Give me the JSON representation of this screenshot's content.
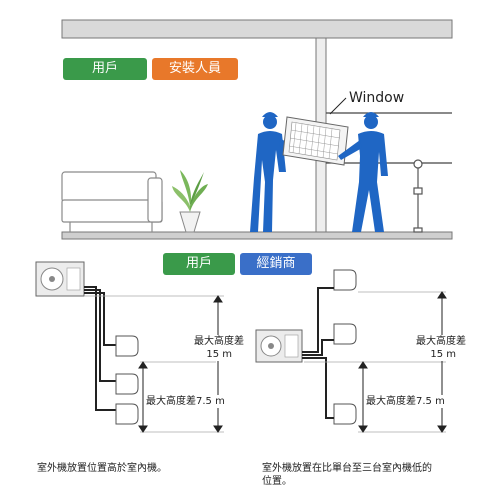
{
  "scene": {
    "badges": {
      "user": "用戶",
      "installer": "安裝人員"
    },
    "window_label": "Window"
  },
  "diagram": {
    "badges": {
      "user": "用戶",
      "dealer": "經銷商"
    },
    "left": {
      "max_height_label_line1": "最大高度差",
      "max_height_label_line2": "15 m",
      "max_height_diff_label": "最大高度差7.5 m",
      "caption": "室外機放置位置高於室內機。"
    },
    "right": {
      "max_height_label_line1": "最大高度差",
      "max_height_label_line2": "15 m",
      "max_height_diff_label": "最大高度差7.5 m",
      "caption_line1": "室外機放置在比單台至三台室內機低的",
      "caption_line2": "位置。"
    }
  },
  "colors": {
    "badge_green": "#3a9a4a",
    "badge_orange": "#e8782a",
    "badge_blue": "#3a6fc8",
    "worker_blue": "#1f66c4",
    "pipe": "#222222"
  }
}
